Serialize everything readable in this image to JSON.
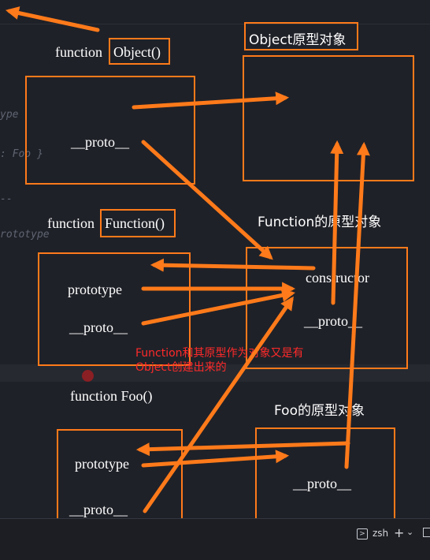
{
  "editor": {
    "ghost_lines": [
      "ype",
      ": Foo }",
      "--",
      "rototype"
    ]
  },
  "diagram": {
    "object_fn": {
      "keyword": "function",
      "name": "Object()"
    },
    "object_proto_title": "Object原型对象",
    "object_box": {
      "proto_label": "__proto__"
    },
    "function_fn": {
      "keyword": "function",
      "name": "Function()"
    },
    "function_box": {
      "prototype_label": "prototype",
      "proto_label": "__proto__"
    },
    "function_proto_title": "Function的原型对象",
    "function_proto_box": {
      "constructor_label": "constructor",
      "proto_label": "__proto__"
    },
    "note_lines": [
      "Function和其原型作为对象又是有",
      "Object创建出来的"
    ],
    "foo_fn_label": "function Foo()",
    "foo_box": {
      "prototype_label": "prototype",
      "proto_label": "__proto__"
    },
    "foo_proto_title": "Foo的原型对象",
    "foo_proto_box": {
      "proto_label": "__proto__"
    }
  },
  "terminal": {
    "shell": "zsh",
    "add_symbol": "+"
  },
  "colors": {
    "arrow": "#ff7a1a",
    "note": "#ff2a2a",
    "background": "#1f2128"
  }
}
